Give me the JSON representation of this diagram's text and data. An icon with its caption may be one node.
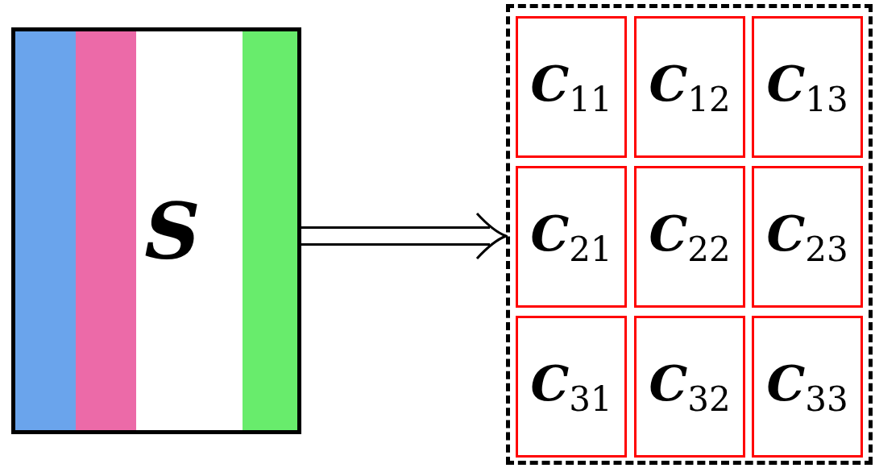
{
  "diagram": {
    "nodes": [
      {
        "text": [
          "S"
        ]
      },
      {
        "text": [],
        "shape": "box"
      },
      {
        "text": [
          "C$_{11}$"
        ],
        "in": 1
      },
      {
        "text": [
          "C$_{12}$"
        ],
        "in": 1
      },
      {
        "text": [
          "C$_{13}$"
        ],
        "in": 1
      },
      {
        "text": [
          "C$_{21}$"
        ],
        "in": 1
      },
      {
        "text": [
          "C$_{22}$"
        ],
        "in": 1
      },
      {
        "text": [
          "C$_{23}$"
        ],
        "in": 1
      },
      {
        "text": [
          "C$_{31}$"
        ],
        "in": 1
      },
      {
        "text": [
          "C$_{32}$"
        ],
        "in": 1
      },
      {
        "text": [
          "C$_{33}$"
        ],
        "in": 1
      }
    ],
    "edges": [
      {
        "from": 0,
        "to": 1,
        "arrow": "to"
      }
    ]
  }
}
